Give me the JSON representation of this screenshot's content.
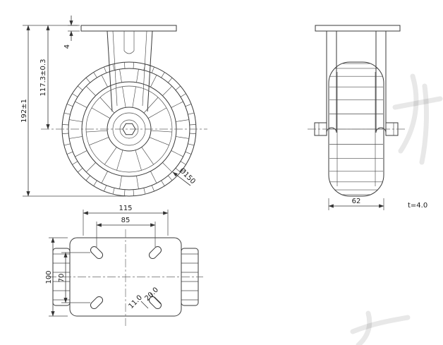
{
  "front_view": {
    "overall_height": "192±1",
    "mount_height": "117.3±0.3",
    "plate_thickness": "4",
    "wheel_diameter": "Ø150"
  },
  "side_view": {
    "wheel_width": "62",
    "plate_thickness": "t=4.0"
  },
  "top_view": {
    "plate_width": "115",
    "hole_spacing_x": "85",
    "plate_depth": "100",
    "hole_spacing_y": "70",
    "slot_width": "11.0",
    "slot_length": "20.0"
  },
  "colors": {
    "line": "#3a3a3a",
    "dimension": "#333333",
    "background": "#ffffff"
  }
}
